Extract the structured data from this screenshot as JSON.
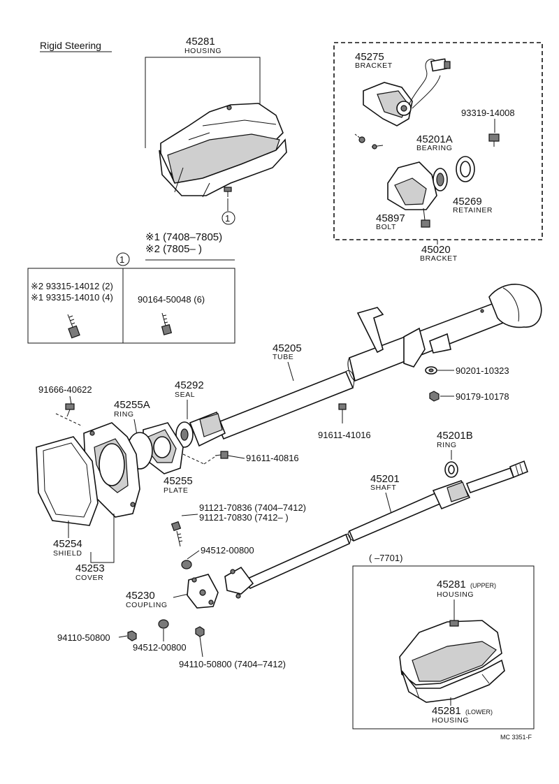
{
  "title": "Rigid Steering",
  "footer_code": "MC 3351-F",
  "circle_marker": "1",
  "notes": {
    "note1": "※1 (7408–7805)",
    "note2": "※2 (7805–        )"
  },
  "inset_box": {
    "left_line1": "※2 93315-14012 (2)",
    "left_line2": "※1 93315-14010 (4)",
    "right_line1": "90164-50048 (6)"
  },
  "bracket_group": {
    "num": "45020",
    "name": "BRACKET"
  },
  "parts": {
    "housing_45281": {
      "num": "45281",
      "name": "HOUSING"
    },
    "bracket_45275": {
      "num": "45275",
      "name": "BRACKET"
    },
    "bolt_93319": {
      "num": "93319-14008"
    },
    "bearing_45201a": {
      "num": "45201A",
      "name": "BEARING"
    },
    "retainer_45269": {
      "num": "45269",
      "name": "RETAINER"
    },
    "bolt_45897": {
      "num": "45897",
      "name": "BOLT"
    },
    "tube_45205": {
      "num": "45205",
      "name": "TUBE"
    },
    "washer_90201": {
      "num": "90201-10323"
    },
    "nut_90179": {
      "num": "90179-10178"
    },
    "bolt_91666": {
      "num": "91666-40622"
    },
    "ring_45255a": {
      "num": "45255A",
      "name": "RING"
    },
    "seal_45292": {
      "num": "45292",
      "name": "SEAL"
    },
    "bolt_91611_41016": {
      "num": "91611-41016"
    },
    "bolt_91611_40816": {
      "num": "91611-40816"
    },
    "plate_45255": {
      "num": "45255",
      "name": "PLATE"
    },
    "ring_45201b": {
      "num": "45201B",
      "name": "RING"
    },
    "shaft_45201": {
      "num": "45201",
      "name": "SHAFT"
    },
    "bolt_91121_a": {
      "num": "91121-70836 (7404–7412)"
    },
    "bolt_91121_b": {
      "num": "91121-70830 (7412–        )"
    },
    "shield_45254": {
      "num": "45254",
      "name": "SHIELD"
    },
    "washer_94512_a": {
      "num": "94512-00800"
    },
    "cover_45253": {
      "num": "45253",
      "name": "COVER"
    },
    "coupling_45230": {
      "num": "45230",
      "name": "COUPLING"
    },
    "nut_94110_a": {
      "num": "94110-50800"
    },
    "washer_94512_b": {
      "num": "94512-00800"
    },
    "nut_94110_b": {
      "num": "94110-50800 (7404–7412)"
    }
  },
  "variant_box": {
    "range": "(        –7701)",
    "upper_num": "45281",
    "upper_suffix": "(UPPER)",
    "upper_name": "HOUSING",
    "lower_num": "45281",
    "lower_suffix": "(LOWER)",
    "lower_name": "HOUSING"
  }
}
